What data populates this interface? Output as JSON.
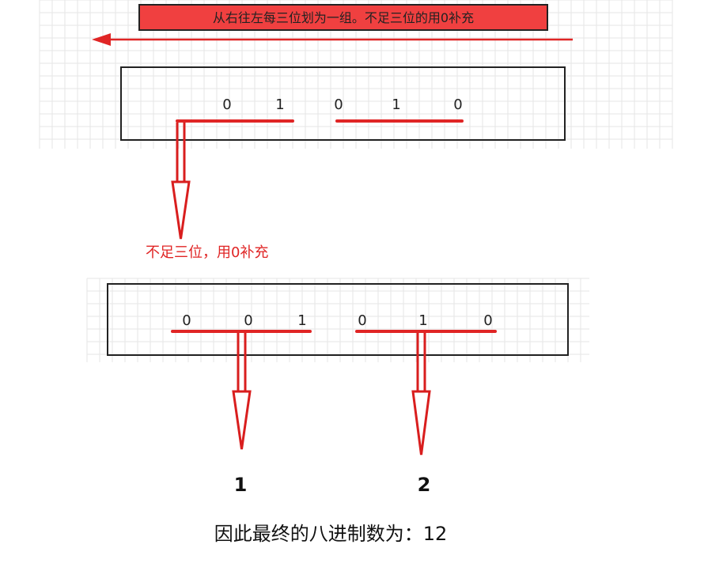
{
  "banner": {
    "text": "从右往左每三位划为一组。不足三位的用0补充",
    "fill_color": "#f04040",
    "arrow_color": "#e02525"
  },
  "top_box": {
    "digits": [
      "0",
      "1",
      "0",
      "1",
      "0"
    ]
  },
  "pad_note": {
    "text": "不足三位，用0补充"
  },
  "bottom_box": {
    "groups": [
      {
        "digits": [
          "0",
          "0",
          "1"
        ],
        "octal": "1"
      },
      {
        "digits": [
          "0",
          "1",
          "0"
        ],
        "octal": "2"
      }
    ]
  },
  "conclusion": {
    "text": "因此最终的八进制数为：12"
  },
  "colors": {
    "accent_red": "#e02525",
    "grid": "#e6e6e6",
    "box_stroke": "#222222"
  }
}
